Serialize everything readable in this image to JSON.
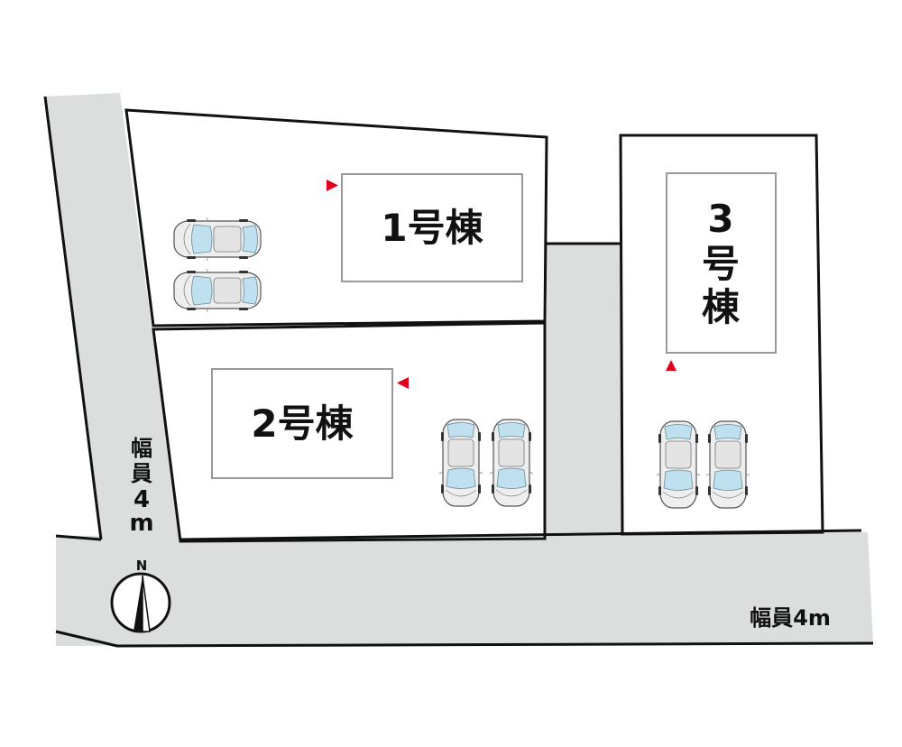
{
  "buildings": [
    {
      "label": "1号棟"
    },
    {
      "label": "2号棟"
    },
    {
      "label": "3号棟",
      "vertical_lines": [
        "3",
        "号",
        "棟"
      ]
    }
  ],
  "roads": {
    "west_width": "幅員4m",
    "west_width_vertical": [
      "幅",
      "員",
      "4",
      "m"
    ],
    "south_width": "幅員4m"
  },
  "compass": {
    "north_label": "N"
  },
  "colors": {
    "road_fill": "#dcdddd",
    "lot_fill": "#ffffff",
    "boundary": "#111111",
    "building_outline": "#999999",
    "entrance_marker": "#e0001b"
  }
}
